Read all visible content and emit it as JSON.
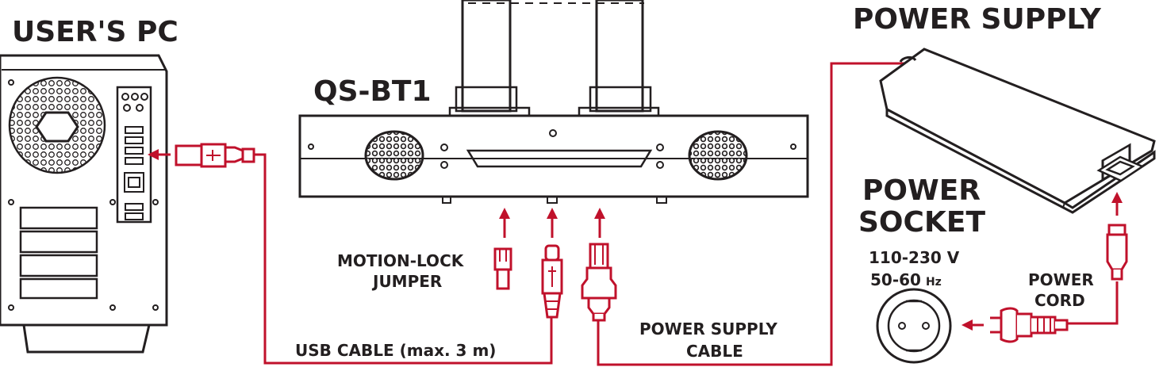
{
  "labels": {
    "users_pc": "USER'S PC",
    "device": "QS-BT1",
    "power_supply": "POWER SUPPLY",
    "power_socket_line1": "POWER",
    "power_socket_line2": "SOCKET",
    "voltage": "110-230 V",
    "frequency_value": "50-60",
    "frequency_unit": "Hz",
    "motion_lock_line1": "MOTION-LOCK",
    "motion_lock_line2": "JUMPER",
    "usb_cable": "USB CABLE (max. 3 m)",
    "power_supply_cable_line1": "POWER SUPPLY",
    "power_supply_cable_line2": "CABLE",
    "power_cord_line1": "POWER",
    "power_cord_line2": "CORD"
  },
  "colors": {
    "cable": "#c0112b",
    "ink": "#231f20"
  },
  "icons": [
    "pc-tower-icon",
    "usb-plug-icon",
    "usb-c-plug-icon",
    "jumper-icon",
    "dc-plug-icon",
    "power-brick-icon",
    "wall-socket-icon",
    "mains-plug-icon",
    "iec-plug-icon",
    "arrow-icon"
  ]
}
